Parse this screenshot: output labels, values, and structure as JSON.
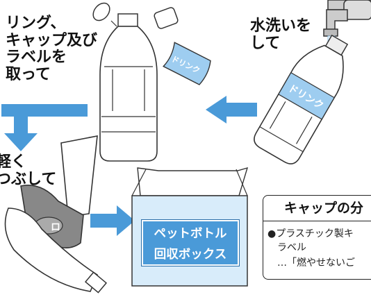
{
  "steps": {
    "remove": "リング、\nキャップ及び\nラベルを\n取って",
    "wash": "水洗いを\nして",
    "crush": "軽く\nつぶして"
  },
  "bottle_label": "ドリンク",
  "cap_label": "ドリンク",
  "crushed_label": "ロ",
  "bin_label": "ペットボトル\n回収ボックス",
  "notice": {
    "title": "キャップの分",
    "line1": "●プラスチック製キ",
    "line2": "ラベル",
    "line3": "…「燃やせないご"
  },
  "colors": {
    "arrow": "#4a9ad8",
    "box": "#d8ecfa",
    "label_bg": "#4a9ad8",
    "crushed_cap": "#888888"
  }
}
